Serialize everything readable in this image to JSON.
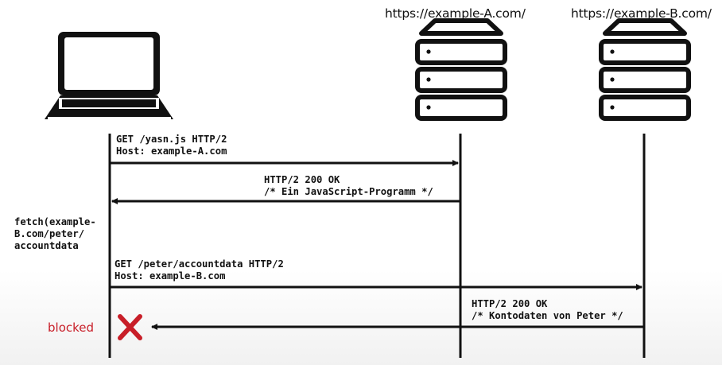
{
  "servers": {
    "a": {
      "url": "https://example-A.com/"
    },
    "b": {
      "url": "https://example-B.com/"
    }
  },
  "messages": {
    "request1": {
      "line1": "GET /yasn.js HTTP/2",
      "line2": "Host: example-A.com"
    },
    "response1": {
      "line1": "HTTP/2 200 OK",
      "line2": "/* Ein JavaScript-Programm */"
    },
    "fetch_call": {
      "line1": "fetch(example-",
      "line2": "B.com/peter/",
      "line3": "accountdata"
    },
    "request2": {
      "line1": "GET /peter/accountdata HTTP/2",
      "line2": "Host: example-B.com"
    },
    "response2": {
      "line1": "HTTP/2 200 OK",
      "line2": "/* Kontodaten von Peter */"
    }
  },
  "status": {
    "blocked_label": "blocked"
  },
  "colors": {
    "ink": "#111111",
    "blocked": "#c81e28"
  },
  "icons": {
    "client": "laptop-icon",
    "server": "server-icon",
    "blocked": "cross-icon"
  }
}
